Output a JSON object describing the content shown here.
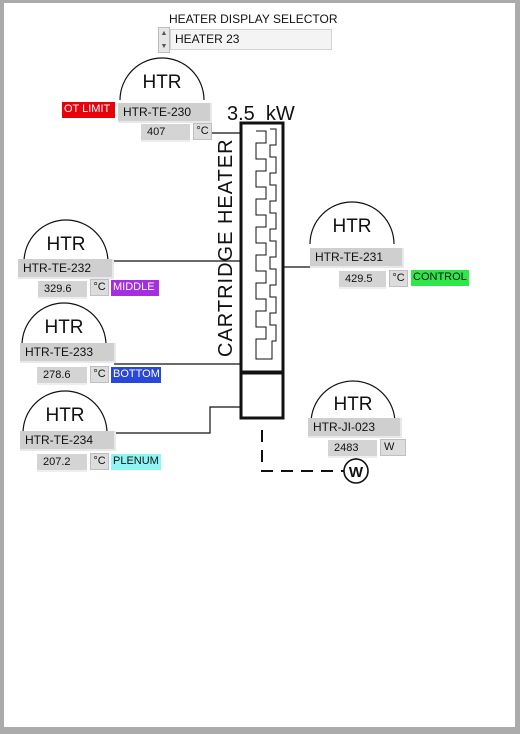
{
  "selector": {
    "title": "HEATER DISPLAY SELECTOR",
    "value": "HEATER 23",
    "up_icon": "triangle-up-icon",
    "down_icon": "triangle-down-icon"
  },
  "heater": {
    "power": "3.5  kW",
    "label": "CARTRIDGE HEATER"
  },
  "instruments": {
    "te230": {
      "bubble": "HTR",
      "tag": "HTR-TE-230",
      "value": "407",
      "unit": "°C",
      "badge": "OT LIMIT",
      "badge_color": "#e8000b"
    },
    "te231": {
      "bubble": "HTR",
      "tag": "HTR-TE-231",
      "value": "429.5",
      "unit": "°C",
      "badge": "CONTROL",
      "badge_color": "#2ee84a"
    },
    "te232": {
      "bubble": "HTR",
      "tag": "HTR-TE-232",
      "value": "329.6",
      "unit": "°C",
      "badge": "MIDDLE",
      "badge_color": "#a52fe0"
    },
    "te233": {
      "bubble": "HTR",
      "tag": "HTR-TE-233",
      "value": "278.6",
      "unit": "°C",
      "badge": "BOTTOM",
      "badge_color": "#2947d8"
    },
    "te234": {
      "bubble": "HTR",
      "tag": "HTR-TE-234",
      "value": "207.2",
      "unit": "°C",
      "badge": "PLENUM",
      "badge_color": "#8ef4f4"
    },
    "ji023": {
      "bubble": "HTR",
      "tag": "HTR-JI-023",
      "value": "2483",
      "unit": "W",
      "meter_symbol": "W"
    }
  }
}
